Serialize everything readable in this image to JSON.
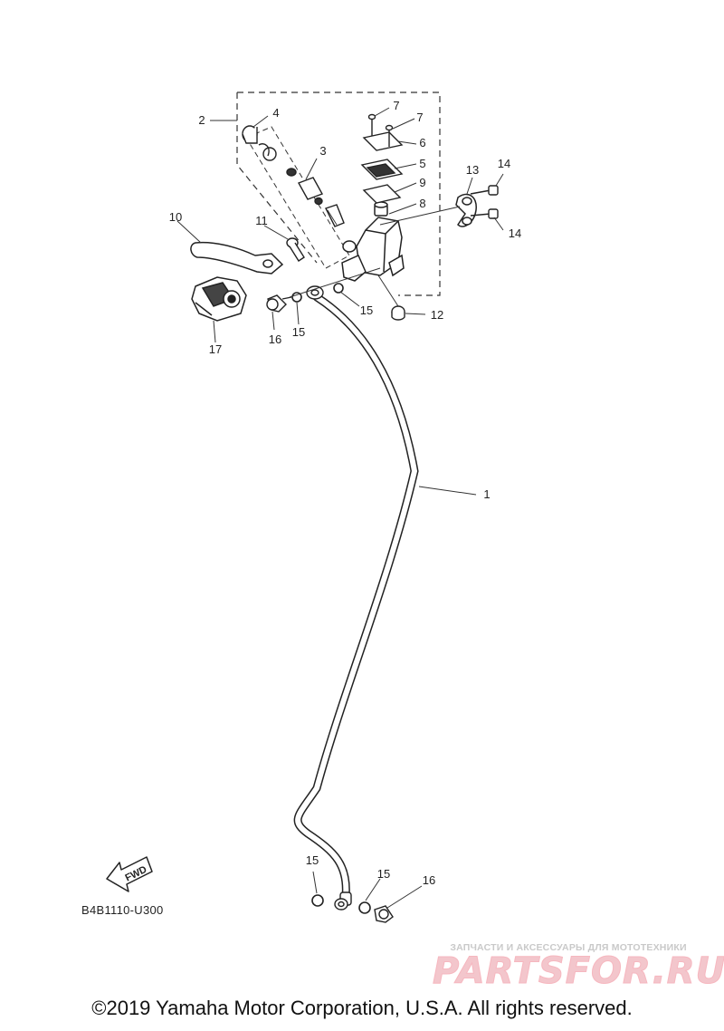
{
  "diagram": {
    "callouts": [
      {
        "id": "p1",
        "label": "1"
      },
      {
        "id": "p2",
        "label": "2"
      },
      {
        "id": "p3",
        "label": "3"
      },
      {
        "id": "p4",
        "label": "4"
      },
      {
        "id": "p5",
        "label": "5"
      },
      {
        "id": "p6",
        "label": "6"
      },
      {
        "id": "p7a",
        "label": "7"
      },
      {
        "id": "p7b",
        "label": "7"
      },
      {
        "id": "p8",
        "label": "8"
      },
      {
        "id": "p9",
        "label": "9"
      },
      {
        "id": "p10",
        "label": "10"
      },
      {
        "id": "p11",
        "label": "11"
      },
      {
        "id": "p12",
        "label": "12"
      },
      {
        "id": "p13",
        "label": "13"
      },
      {
        "id": "p14a",
        "label": "14"
      },
      {
        "id": "p14b",
        "label": "14"
      },
      {
        "id": "p15a",
        "label": "15"
      },
      {
        "id": "p15b",
        "label": "15"
      },
      {
        "id": "p15c",
        "label": "15"
      },
      {
        "id": "p15d",
        "label": "15"
      },
      {
        "id": "p16a",
        "label": "16"
      },
      {
        "id": "p16b",
        "label": "16"
      },
      {
        "id": "p17",
        "label": "17"
      }
    ],
    "fwd_arrow_text": "FWD",
    "reference_code": "B4B1110-U300"
  },
  "watermark": {
    "tagline": "ЗАПЧАСТИ И АКСЕССУАРЫ ДЛЯ МОТОТЕХНИКИ",
    "brand": "PARTSFOR.RU"
  },
  "copyright": "©2019 Yamaha Motor Corporation, U.S.A. All rights reserved."
}
